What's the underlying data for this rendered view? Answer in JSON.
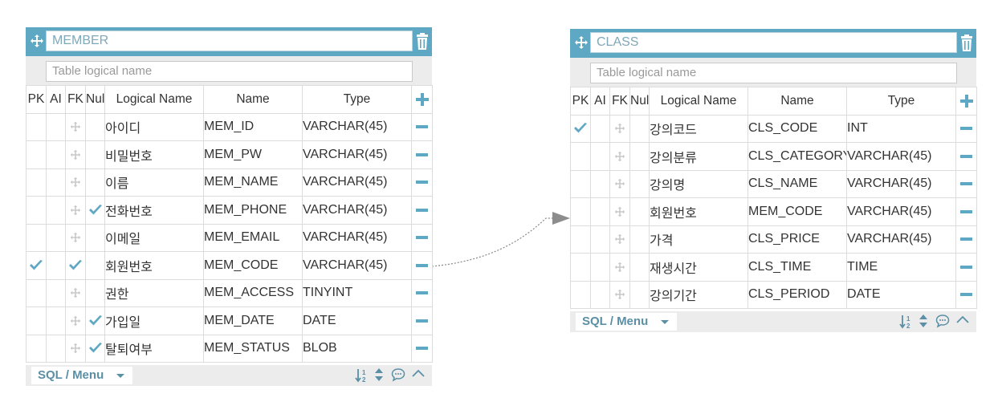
{
  "colors": {
    "header": "#5fa8c4",
    "accent": "#5a8fa6",
    "rel_line": "#888888"
  },
  "tables": [
    {
      "id": "member",
      "name": "MEMBER",
      "logical_placeholder": "Table logical name",
      "columns_header": {
        "pk": "PK",
        "ai": "AI",
        "fk": "FK",
        "null": "Null",
        "logical": "Logical Name",
        "name": "Name",
        "type": "Type"
      },
      "rows": [
        {
          "logical": "아이디",
          "name": "MEM_ID",
          "type": "VARCHAR(45)",
          "pk": false,
          "fk": false,
          "notnull": false
        },
        {
          "logical": "비밀번호",
          "name": "MEM_PW",
          "type": "VARCHAR(45)",
          "pk": false,
          "fk": false,
          "notnull": false
        },
        {
          "logical": "이름",
          "name": "MEM_NAME",
          "type": "VARCHAR(45)",
          "pk": false,
          "fk": false,
          "notnull": false
        },
        {
          "logical": "전화번호",
          "name": "MEM_PHONE",
          "type": "VARCHAR(45)",
          "pk": false,
          "fk": false,
          "notnull": true
        },
        {
          "logical": "이메일",
          "name": "MEM_EMAIL",
          "type": "VARCHAR(45)",
          "pk": false,
          "fk": false,
          "notnull": false
        },
        {
          "logical": "회원번호",
          "name": "MEM_CODE",
          "type": "VARCHAR(45)",
          "pk": true,
          "fk": true,
          "notnull": false
        },
        {
          "logical": "권한",
          "name": "MEM_ACCESS",
          "type": "TINYINT",
          "pk": false,
          "fk": false,
          "notnull": false
        },
        {
          "logical": "가입일",
          "name": "MEM_DATE",
          "type": "DATE",
          "pk": false,
          "fk": false,
          "notnull": true
        },
        {
          "logical": "탈퇴여부",
          "name": "MEM_STATUS",
          "type": "BLOB",
          "pk": false,
          "fk": false,
          "notnull": true
        }
      ],
      "footer_menu": "SQL / Menu"
    },
    {
      "id": "class",
      "name": "CLASS",
      "logical_placeholder": "Table logical name",
      "columns_header": {
        "pk": "PK",
        "ai": "AI",
        "fk": "FK",
        "null": "Null",
        "logical": "Logical Name",
        "name": "Name",
        "type": "Type"
      },
      "rows": [
        {
          "logical": "강의코드",
          "name": "CLS_CODE",
          "type": "INT",
          "pk": true,
          "fk": false,
          "notnull": false
        },
        {
          "logical": "강의분류",
          "name": "CLS_CATEGORY",
          "type": "VARCHAR(45)",
          "pk": false,
          "fk": false,
          "notnull": false
        },
        {
          "logical": "강의명",
          "name": "CLS_NAME",
          "type": "VARCHAR(45)",
          "pk": false,
          "fk": false,
          "notnull": false
        },
        {
          "logical": "회원번호",
          "name": "MEM_CODE",
          "type": "VARCHAR(45)",
          "pk": false,
          "fk": false,
          "notnull": false
        },
        {
          "logical": "가격",
          "name": "CLS_PRICE",
          "type": "VARCHAR(45)",
          "pk": false,
          "fk": false,
          "notnull": false
        },
        {
          "logical": "재생시간",
          "name": "CLS_TIME",
          "type": "TIME",
          "pk": false,
          "fk": false,
          "notnull": false
        },
        {
          "logical": "강의기간",
          "name": "CLS_PERIOD",
          "type": "DATE",
          "pk": false,
          "fk": false,
          "notnull": false
        }
      ],
      "footer_menu": "SQL / Menu"
    }
  ]
}
